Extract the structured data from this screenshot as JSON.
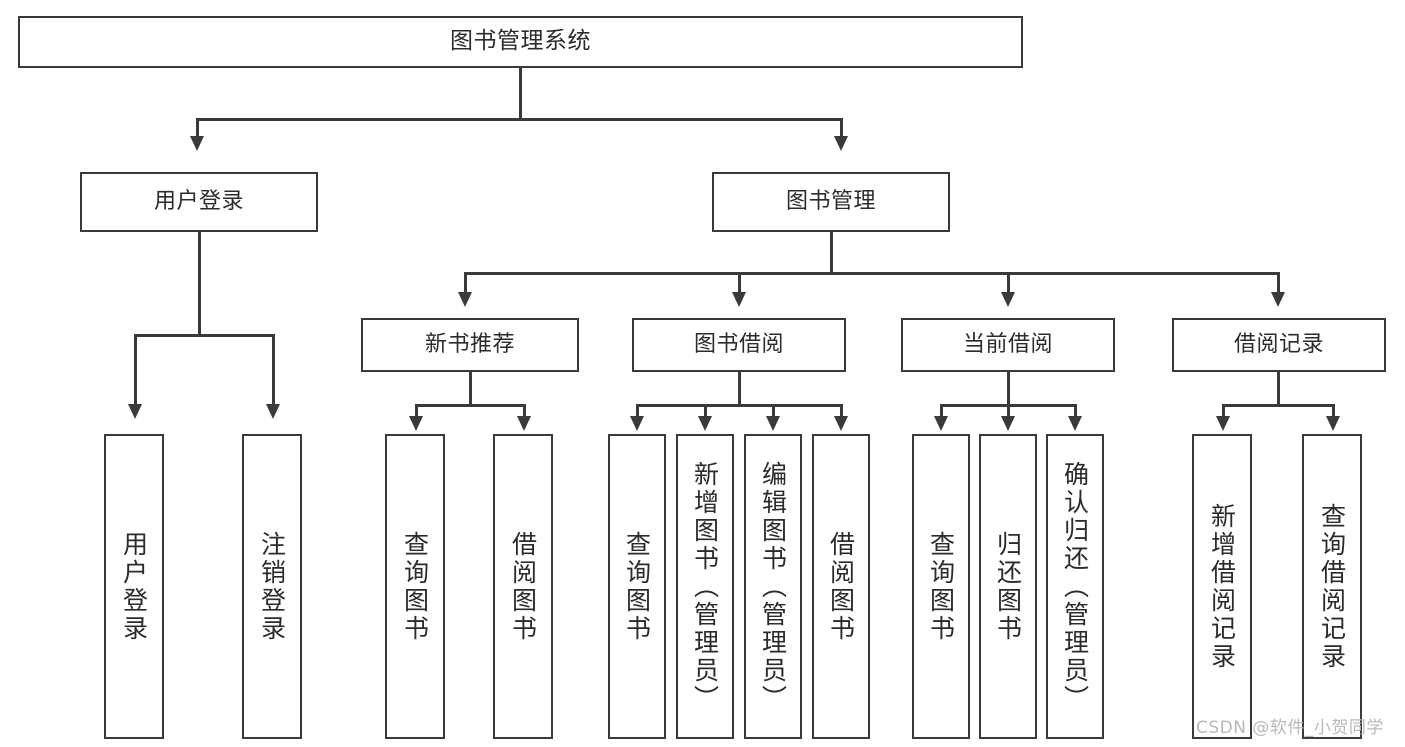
{
  "diagram": {
    "title": "图书管理系统",
    "type": "hierarchy-tree",
    "watermark": "CSDN @软件_小贺同学",
    "colors": {
      "stroke": "#3a3a3a",
      "background": "#ffffff",
      "text": "#2b2b2b",
      "watermark": "#b9b9b9"
    },
    "nodes": {
      "root": {
        "label": "图书管理系统"
      },
      "level1": [
        {
          "id": "user-login",
          "label": "用户登录"
        },
        {
          "id": "book-manage",
          "label": "图书管理"
        }
      ],
      "level2": [
        {
          "id": "new-book-recommend",
          "label": "新书推荐"
        },
        {
          "id": "book-borrow",
          "label": "图书借阅"
        },
        {
          "id": "current-borrow",
          "label": "当前借阅"
        },
        {
          "id": "borrow-record",
          "label": "借阅记录"
        }
      ],
      "leaves": {
        "user-login": [
          {
            "id": "leaf-user-login",
            "label": "用户登录"
          },
          {
            "id": "leaf-logout",
            "label": "注销登录"
          }
        ],
        "new-book-recommend": [
          {
            "id": "leaf-query-book-1",
            "label": "查询图书"
          },
          {
            "id": "leaf-borrow-book-1",
            "label": "借阅图书"
          }
        ],
        "book-borrow": [
          {
            "id": "leaf-query-book-2",
            "label": "查询图书"
          },
          {
            "id": "leaf-add-book",
            "label": "新增图书（管理员）"
          },
          {
            "id": "leaf-edit-book",
            "label": "编辑图书（管理员）"
          },
          {
            "id": "leaf-borrow-book-2",
            "label": "借阅图书"
          }
        ],
        "current-borrow": [
          {
            "id": "leaf-query-book-3",
            "label": "查询图书"
          },
          {
            "id": "leaf-return-book",
            "label": "归还图书"
          },
          {
            "id": "leaf-confirm-return",
            "label": "确认归还（管理员）"
          }
        ],
        "borrow-record": [
          {
            "id": "leaf-add-record",
            "label": "新增借阅记录"
          },
          {
            "id": "leaf-query-record",
            "label": "查询借阅记录"
          }
        ]
      }
    }
  }
}
